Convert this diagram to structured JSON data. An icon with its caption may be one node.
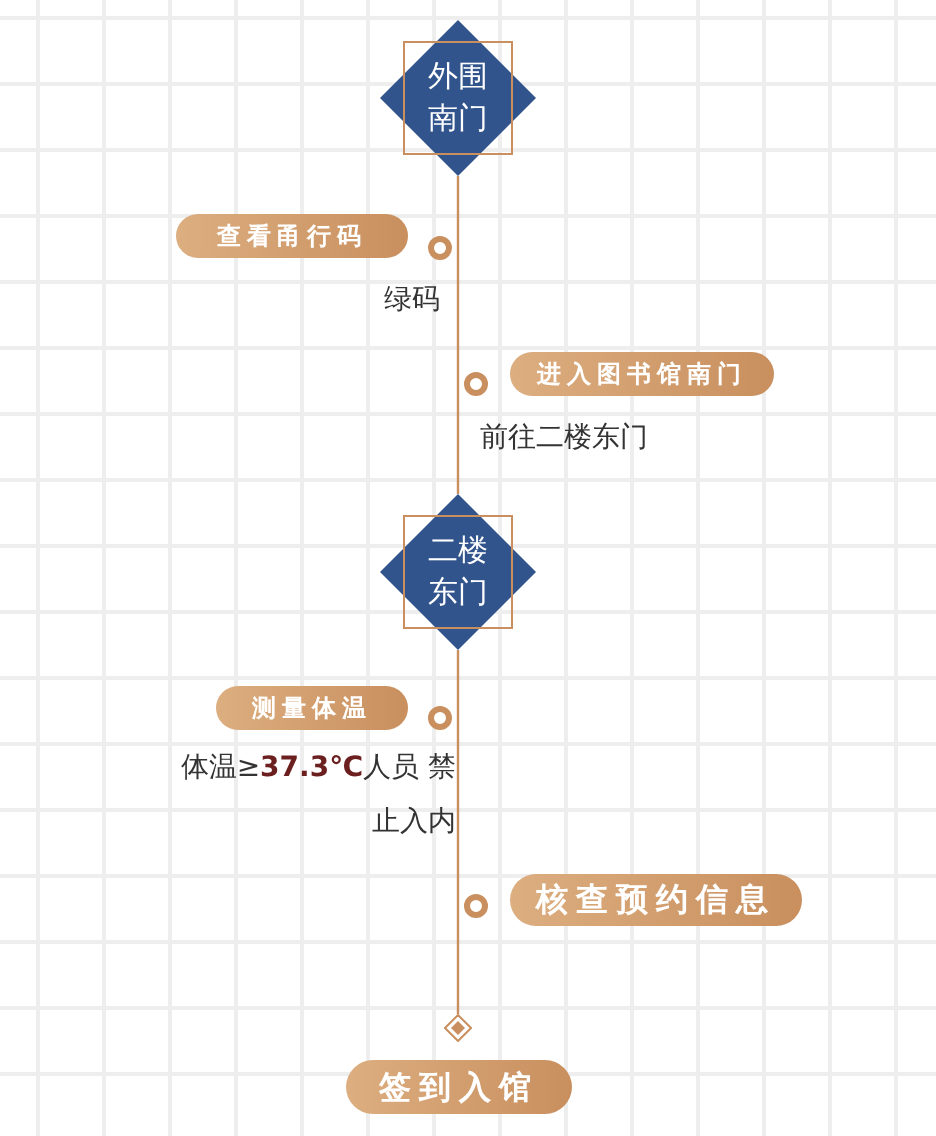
{
  "diagram": {
    "nodes": [
      {
        "text": [
          "外围南门"
        ]
      },
      {
        "text": [
          "查看甬行码"
        ],
        "beside": [
          "绿码"
        ]
      },
      {
        "text": [
          "进入图书馆南门"
        ],
        "beside": [
          "前往二楼东门"
        ]
      },
      {
        "text": [
          "二楼东门"
        ]
      },
      {
        "text": [
          "测量体温"
        ],
        "beside": [
          "体温≥**37.3℃**人员 禁止入内"
        ]
      },
      {
        "text": [
          "核查预约信息"
        ]
      },
      {
        "text": [],
        "shape": "diamond"
      },
      {
        "text": [
          "签到入馆"
        ]
      }
    ],
    "edges": [
      {
        "from": 0,
        "to": 3,
        "arrow": "none"
      },
      {
        "from": 3,
        "to": 6,
        "arrow": "none"
      }
    ]
  }
}
